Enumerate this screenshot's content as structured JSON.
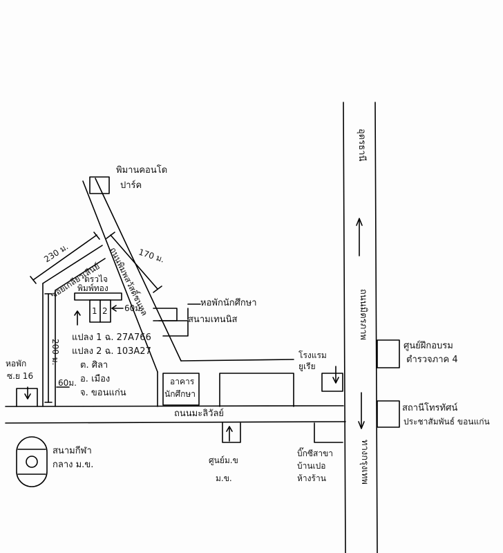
{
  "labels": {
    "condo": "พิมานคอนโด",
    "condo2": "ปาร์ค",
    "dist_230": "230 ม.",
    "dist_170": "170 ม.",
    "soi_name": "ซอยเกลียวเสีนย์",
    "prasong": "ถนนพิมพสวัสดิ์ชนหล",
    "trip_house": "ตรวไจ",
    "trip_house2": "พิมพ์ทอง",
    "dist_60": "60ม.",
    "plot1": "1",
    "plot2": "2",
    "hostel": "หอพักนักศึกษา",
    "tennis": "สนามเทนนิส",
    "deed1": "แปลง 1 ฉ. 27A766",
    "deed2": "แปลง 2 ฉ. 103A27",
    "tambon": "ต. ศิลา",
    "amphoe": "อ. เมือง",
    "province": "จ. ขอนแก่น",
    "dist_60b": "60ม.",
    "dist_200": "200 ม.",
    "hopak": "หอพัก",
    "soi16": "ซ.ย 16",
    "building": "อาคาร",
    "building2": "นักศึกษา",
    "main_road": "ถนนมะลิวัลย์",
    "mittraphap": "ถนนมิตรภาพ",
    "bangkok": "ทางกรุงเทพ",
    "udon": "อุดรธานี",
    "hotel": "โรงแรม",
    "hotel2": "ยูเรีย",
    "training": "ศูนย์ฝึกอบรม",
    "training2": "ตำรวจภาค 4",
    "museum": "สถานีโทรทัศน์",
    "museum2": "ประชาสัมพันธ์ ขอนแก่น",
    "stadium": "สนามกีฬา",
    "stadium2": "กลาง ม.ข.",
    "gate": "ศูนย์ม.ข",
    "gate2": "ม.ข.",
    "bigc": "บิ๊กซีสาขา",
    "bigc2": "บ้านเปอ",
    "bigc3": "ห้างร้าน"
  }
}
